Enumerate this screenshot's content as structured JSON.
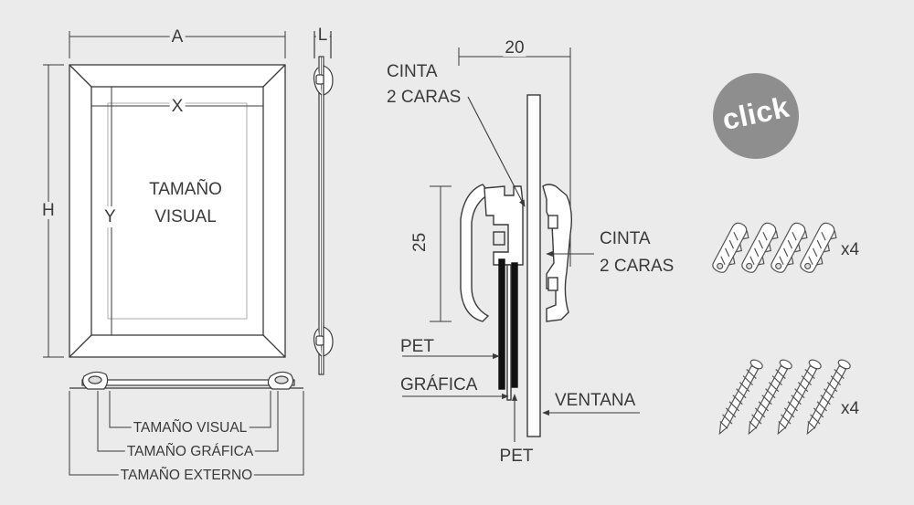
{
  "front_view": {
    "dim_a": "A",
    "dim_x": "X",
    "dim_h": "H",
    "dim_y": "Y",
    "visual_size_line1": "TAMAÑO",
    "visual_size_line2": "VISUAL"
  },
  "side_view": {
    "dim_l": "L"
  },
  "bottom_view": {
    "visual_size": "TAMAÑO VISUAL",
    "graphic_size": "TAMAÑO GRÁFICA",
    "external_size": "TAMAÑO EXTERNO"
  },
  "profile_detail": {
    "dim_width": "20",
    "dim_height": "25",
    "tape_top_line1": "CINTA",
    "tape_top_line2": "2 CARAS",
    "tape_right_line1": "CINTA",
    "tape_right_line2": "2 CARAS",
    "pet_top": "PET",
    "graphic": "GRÁFICA",
    "window": "VENTANA",
    "pet_bottom": "PET"
  },
  "accessories": {
    "badge_text": "click",
    "plugs_qty": "x4",
    "screws_qty": "x4"
  }
}
